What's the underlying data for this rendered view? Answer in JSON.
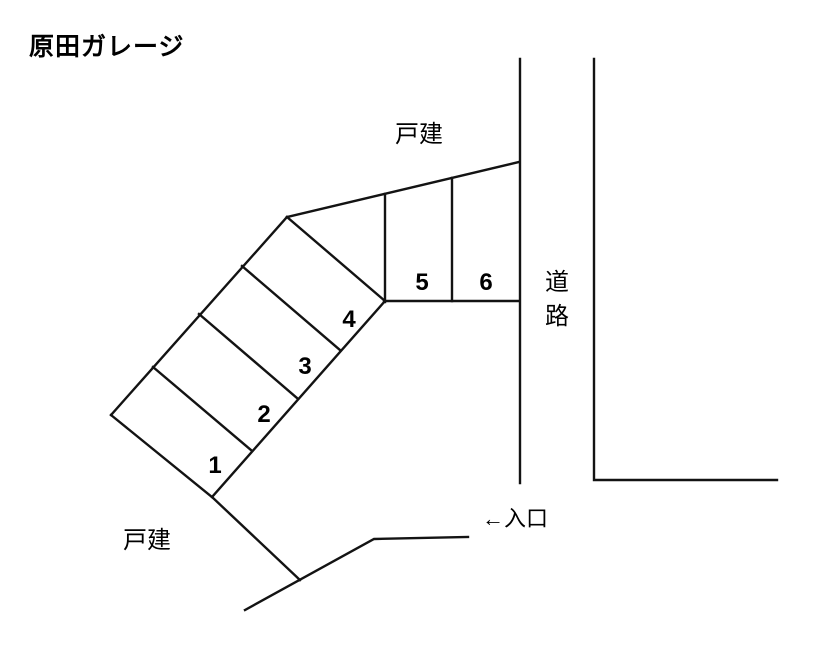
{
  "title": "原田ガレージ",
  "diagram": {
    "labels": {
      "house_top": "戸建",
      "house_bottom": "戸建",
      "road": "道路",
      "entrance": "←入口"
    },
    "stalls": [
      {
        "number": "1"
      },
      {
        "number": "2"
      },
      {
        "number": "3"
      },
      {
        "number": "4"
      },
      {
        "number": "5"
      },
      {
        "number": "6"
      }
    ],
    "colors": {
      "line": "#131313",
      "background": "#ffffff",
      "text": "#000000"
    }
  }
}
